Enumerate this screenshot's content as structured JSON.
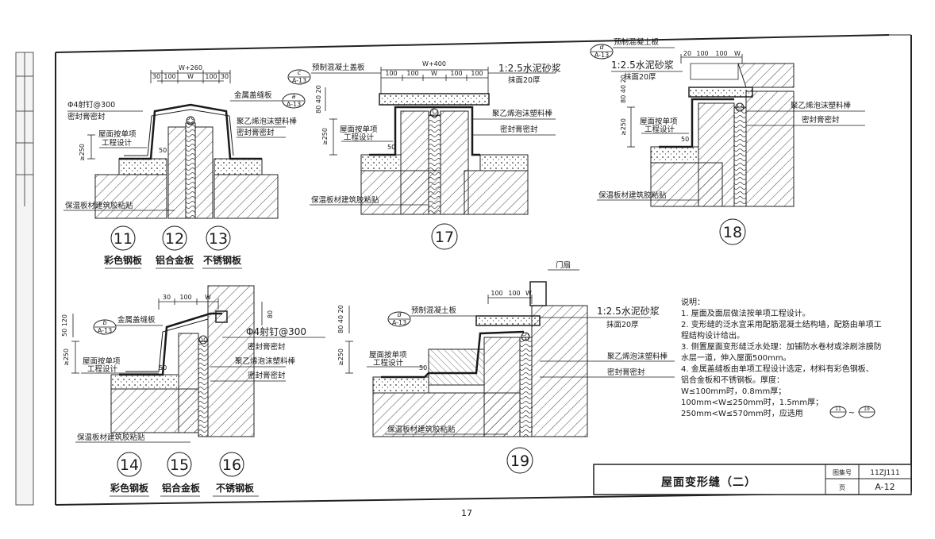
{
  "sheet": {
    "title": "屋面变形缝（二）",
    "atlas_label": "图集号",
    "atlas_no": "11ZJ111",
    "page_label": "页",
    "page_no": "A-12",
    "footer_page": "17"
  },
  "d1": {
    "dims": [
      "W+260",
      "30",
      "100",
      "W",
      "100",
      "30"
    ],
    "labels": [
      "Φ4射钉@300",
      "密封膏密封",
      "金属盖缝板",
      "屋面按单项",
      "工程设计",
      "聚乙烯泡沫塑料棒",
      "密封膏密封",
      "保温板材建筑胶粘贴"
    ],
    "callout": "a",
    "callout_ref": "A-13",
    "h_dim": "≥250",
    "small_dim": "50",
    "numbers": [
      "11",
      "12",
      "13"
    ],
    "captions": [
      "彩色钢板",
      "铝合金板",
      "不锈钢板"
    ]
  },
  "d17": {
    "dims": [
      "W+400",
      "100",
      "100",
      "W",
      "100",
      "100"
    ],
    "labels": [
      "预制混凝土盖板",
      "1:2.5水泥砂浆",
      "抹面20厚",
      "屋面按单项",
      "工程设计",
      "聚乙烯泡沫塑料棒",
      "密封膏密封",
      "保温板材建筑胶粘贴"
    ],
    "callout": "c",
    "callout_ref": "A-13",
    "h_dim": "≥250",
    "v_dims": "80 40 20",
    "small_dim": "50",
    "number": "17"
  },
  "d18": {
    "dims": [
      "20",
      "100",
      "100",
      "W"
    ],
    "labels": [
      "预制混凝土板",
      "1:2.5水泥砂浆",
      "抹面20厚",
      "屋面按单项",
      "工程设计",
      "聚乙烯泡沫塑料棒",
      "密封膏密封",
      "保温板材建筑胶粘贴"
    ],
    "callout": "d",
    "callout_ref": "A-13",
    "h_dim": "≥250",
    "v_dims": "80 40 20",
    "small_dim": "50",
    "number": "18"
  },
  "d2": {
    "dims": [
      "30",
      "100",
      "W"
    ],
    "labels": [
      "金属盖缝板",
      "屋面按单项",
      "工程设计",
      "Φ4射钉@300",
      "密封膏密封",
      "聚乙烯泡沫塑料棒",
      "密封膏密封",
      "保温板材建筑胶粘贴"
    ],
    "callout": "b",
    "callout_ref": "A-13",
    "h_dim": "≥250",
    "v_dims": "50 120",
    "small_dim": "50",
    "side_dim": "80",
    "numbers": [
      "14",
      "15",
      "16"
    ],
    "captions": [
      "彩色钢板",
      "铝合金板",
      "不锈钢板"
    ]
  },
  "d19": {
    "dims": [
      "100",
      "100",
      "W"
    ],
    "labels": [
      "门扇",
      "预制混凝土板",
      "1:2.5水泥砂浆",
      "抹面20厚",
      "屋面按单项",
      "工程设计",
      "聚乙烯泡沫塑料棒",
      "密封膏密封",
      "保温板材建筑胶粘贴"
    ],
    "callout": "d",
    "callout_ref": "A-13",
    "h_dim": "≥250",
    "v_dims": "80 40 20",
    "small_dim": "50",
    "number": "19"
  },
  "notes": {
    "heading": "说明：",
    "lines": [
      "1.  屋面及面层做法按单项工程设计。",
      "2.  变形缝的泛水宜采用配筋混凝土结构墙，配筋由单项工",
      "程结构设计给出。",
      "3.  侧置屋面变形缝泛水处理：加铺防水卷材或涂刷涂膜防",
      "水层一道，伸入屋面500mm。",
      "4.  金属盖缝板由单项工程设计选定，材料有彩色钢板、",
      "铝合金板和不锈钢板。厚度：",
      "W≤100mm时，0.8mm厚；",
      "100mm<W≤250mm时，1.5mm厚；",
      "250mm<W≤570mm时，应选用"
    ],
    "ref_a": "11",
    "ref_b": "19",
    "ref_sep": "~"
  }
}
